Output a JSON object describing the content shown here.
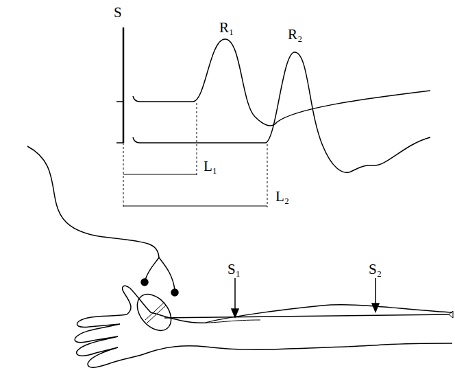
{
  "diagram": {
    "labels": [
      "S",
      "R₁",
      "R₂",
      "L₁",
      "L₂",
      "S₁",
      "S₂"
    ]
  }
}
